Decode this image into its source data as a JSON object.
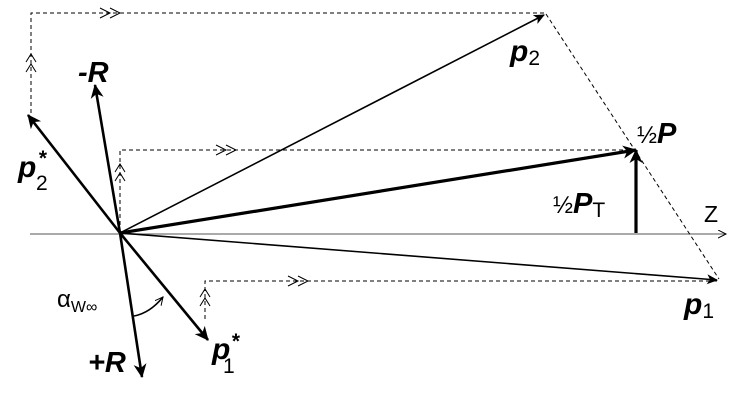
{
  "labels": {
    "z_axis": "Z",
    "p2": "p",
    "p2_sub": "2",
    "p1": "p",
    "p1_sub": "1",
    "half_P_frac": "½",
    "half_P": "P",
    "half_PT_frac": "½",
    "half_PT": "P",
    "half_PT_sub": "T",
    "minus_R": "-R",
    "plus_R": "+R",
    "p2_star": "p",
    "p2_star_sub": "2",
    "p2_star_sup": "*",
    "p1_star": "p",
    "p1_star_sub": "1",
    "p1_star_sup": "*",
    "alpha_symbol": "α",
    "alpha_sub": "W∞"
  }
}
